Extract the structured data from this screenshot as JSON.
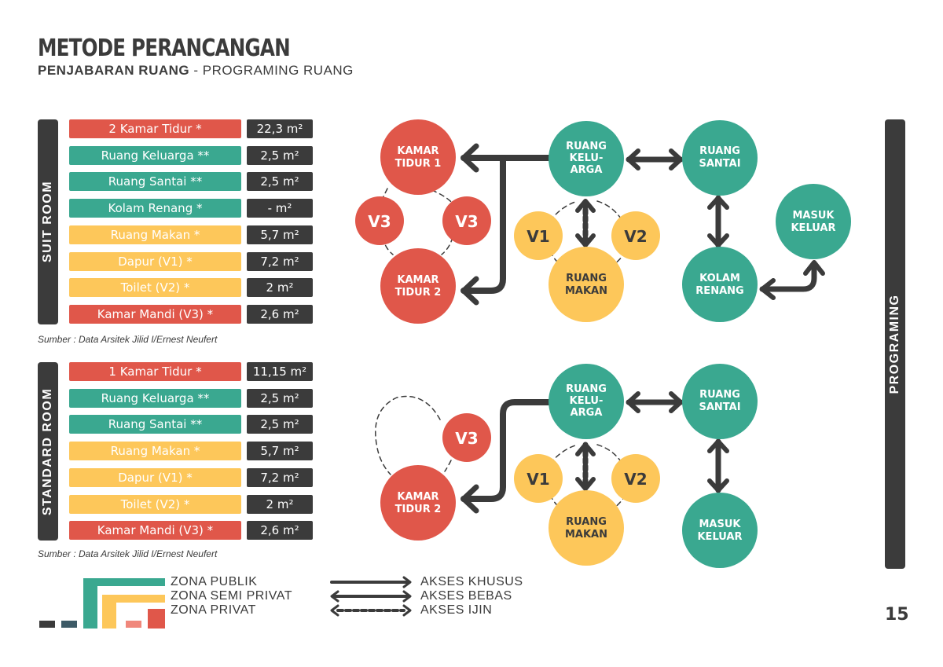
{
  "header": {
    "title": "METODE PERANCANGAN",
    "subtitle_bold": "PENJABARAN RUANG",
    "subtitle_rest": " - PROGRAMING RUANG"
  },
  "colors": {
    "red": "#e0574a",
    "teal": "#3aa890",
    "yellow": "#fdc75a",
    "dark": "#3b3b3b",
    "salmon": "#f0877b"
  },
  "suit": {
    "label": "SUIT ROOM",
    "rows": [
      {
        "name": "2 Kamar Tidur *",
        "area": "22,3 m²",
        "color": "red"
      },
      {
        "name": "Ruang Keluarga **",
        "area": "2,5 m²",
        "color": "teal"
      },
      {
        "name": "Ruang Santai **",
        "area": "2,5 m²",
        "color": "teal"
      },
      {
        "name": "Kolam Renang *",
        "area": "- m²",
        "color": "teal"
      },
      {
        "name": "Ruang Makan *",
        "area": "5,7 m²",
        "color": "yellow"
      },
      {
        "name": "Dapur (V1) *",
        "area": "7,2 m²",
        "color": "yellow"
      },
      {
        "name": "Toilet (V2) *",
        "area": "2 m²",
        "color": "yellow"
      },
      {
        "name": "Kamar Mandi (V3) *",
        "area": "2,6 m²",
        "color": "red"
      }
    ],
    "source": "Sumber : Data Arsitek Jilid I/Ernest Neufert"
  },
  "standard": {
    "label": "STANDARD ROOM",
    "rows": [
      {
        "name": "1 Kamar Tidur *",
        "area": "11,15 m²",
        "color": "red"
      },
      {
        "name": "Ruang Keluarga **",
        "area": "2,5 m²",
        "color": "teal"
      },
      {
        "name": "Ruang Santai **",
        "area": "2,5 m²",
        "color": "teal"
      },
      {
        "name": "Ruang Makan *",
        "area": "5,7 m²",
        "color": "yellow"
      },
      {
        "name": "Dapur (V1) *",
        "area": "7,2 m²",
        "color": "yellow"
      },
      {
        "name": "Toilet (V2) *",
        "area": "2 m²",
        "color": "yellow"
      },
      {
        "name": "Kamar Mandi (V3) *",
        "area": "2,6 m²",
        "color": "red"
      }
    ],
    "source": "Sumber : Data Arsitek Jilid I/Ernest Neufert"
  },
  "diagram": {
    "suit_nodes": {
      "kamar_tidur_1": [
        "KAMAR",
        "TIDUR 1"
      ],
      "v3_left": [
        "V3"
      ],
      "v3_right": [
        "V3"
      ],
      "kamar_tidur_2": [
        "KAMAR",
        "TIDUR 2"
      ],
      "ruang_keluarga": [
        "RUANG",
        "KELU-",
        "ARGA"
      ],
      "v1": [
        "V1"
      ],
      "v2": [
        "V2"
      ],
      "ruang_makan": [
        "RUANG",
        "MAKAN"
      ],
      "ruang_santai": [
        "RUANG",
        "SANTAI"
      ],
      "masuk_keluar": [
        "MASUK",
        "KELUAR"
      ],
      "kolam_renang": [
        "KOLAM",
        "RENANG"
      ]
    },
    "standard_nodes": {
      "v3": [
        "V3"
      ],
      "kamar_tidur_2": [
        "KAMAR",
        "TIDUR 2"
      ],
      "ruang_keluarga": [
        "RUANG",
        "KELU-",
        "ARGA"
      ],
      "v1": [
        "V1"
      ],
      "v2": [
        "V2"
      ],
      "ruang_makan": [
        "RUANG",
        "MAKAN"
      ],
      "ruang_santai": [
        "RUANG",
        "SANTAI"
      ],
      "masuk_keluar": [
        "MASUK",
        "KELUAR"
      ]
    }
  },
  "side_label": "PROGRAMING",
  "legend": {
    "zones": [
      "ZONA PUBLIK",
      "ZONA SEMI PRIVAT",
      "ZONA PRIVAT"
    ],
    "access": [
      "AKSES KHUSUS",
      "AKSES BEBAS",
      "AKSES IJIN"
    ]
  },
  "page_number": "15"
}
